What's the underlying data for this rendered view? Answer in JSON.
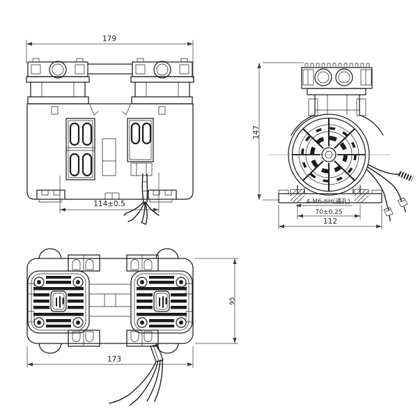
{
  "colors": {
    "background": "#ffffff",
    "line": "#1c1c1c",
    "dimension": "#3d3d3d"
  },
  "views": {
    "front": {
      "dims": {
        "overall_width": "179",
        "foot_span": "114±0.5"
      }
    },
    "side": {
      "dims": {
        "overall_height": "147",
        "hole_note": "4-M6-6H(通孔)",
        "hole_span": "70±0.25",
        "base_width": "112"
      }
    },
    "top": {
      "dims": {
        "overall_length": "173",
        "overall_depth": "95"
      }
    }
  }
}
